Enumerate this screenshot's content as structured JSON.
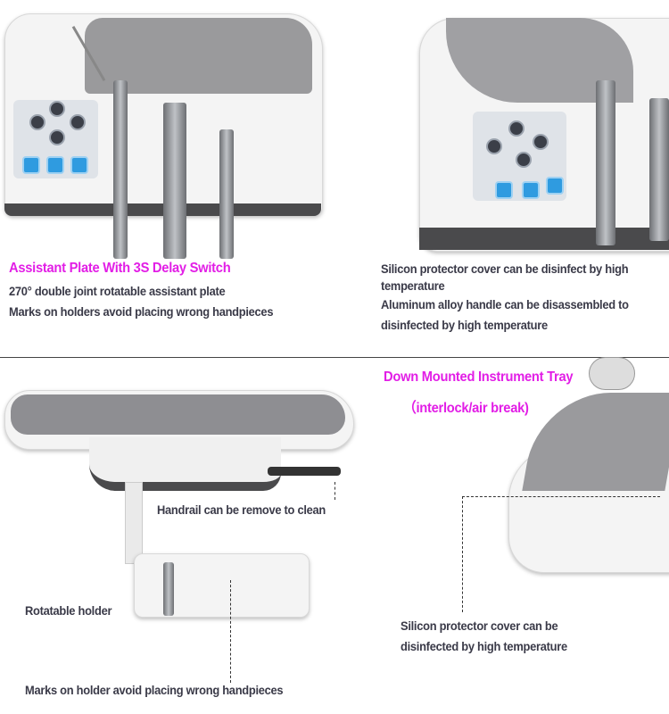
{
  "top_left": {
    "title": "Assistant Plate With 3S Delay Switch",
    "lines": [
      "270° double joint rotatable assistant plate",
      "Marks on holders avoid placing wrong handpieces"
    ]
  },
  "top_right": {
    "lines": [
      "Silicon protector cover can be disinfect by high",
      "temperature",
      "Aluminum alloy handle can be disassembled to",
      "disinfected by high temperature"
    ]
  },
  "bottom_left": {
    "handrail": "Handrail can be remove to clean",
    "rotatable": "Rotatable holder",
    "marks": "Marks on holder avoid  placing wrong handpieces"
  },
  "bottom_right": {
    "title": "Down Mounted Instrument Tray",
    "subtitle": "（interlock/air break)",
    "lines": [
      "Silicon protector cover can be",
      "disinfected by high temperature"
    ]
  },
  "colors": {
    "accent": "#e21ee6",
    "text": "#3a3a48",
    "button_blue": "#2f9be0"
  }
}
